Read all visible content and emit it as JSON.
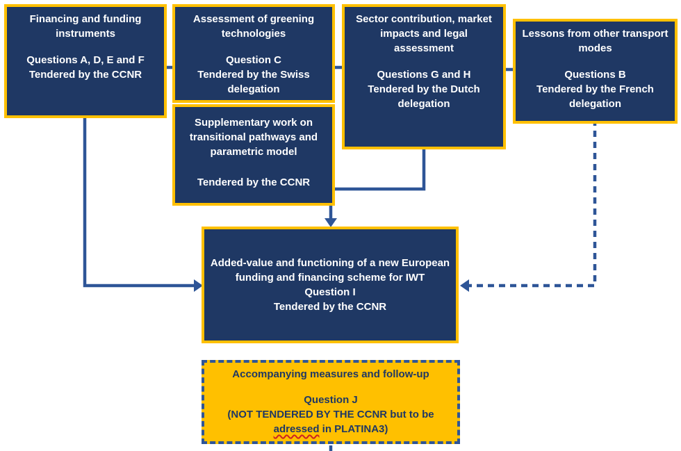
{
  "colors": {
    "box_fill": "#1F3864",
    "box_border": "#FFC000",
    "connector": "#2E5597",
    "bottom_fill": "#FFC000",
    "bottom_text": "#1F3864",
    "text": "#FFFFFF"
  },
  "boxes": {
    "financing": {
      "title": "Financing and funding instruments",
      "questions": "Questions A, D, E and F",
      "tender": "Tendered by the CCNR"
    },
    "greening": {
      "title": "Assessment of greening technologies",
      "questions": "Question C",
      "tender": "Tendered by the Swiss delegation"
    },
    "supplementary": {
      "title": "Supplementary work on transitional pathways and parametric model",
      "tender": "Tendered by the CCNR"
    },
    "sector": {
      "title": "Sector contribution, market impacts and legal assessment",
      "questions": "Questions G and H",
      "tender": "Tendered by the Dutch delegation"
    },
    "lessons": {
      "title": "Lessons from other transport modes",
      "questions": "Questions B",
      "tender": "Tendered by the French delegation"
    },
    "added_value": {
      "title": "Added-value and functioning of a new European funding and financing scheme for IWT",
      "questions": "Question I",
      "tender": "Tendered by the CCNR"
    },
    "accompanying": {
      "title": "Accompanying measures and follow-up",
      "questions": "Question J",
      "note_prefix": "(NOT TENDERED BY THE CCNR but to be",
      "note_word": "adressed",
      "note_suffix": "in PLATINA3)"
    }
  }
}
